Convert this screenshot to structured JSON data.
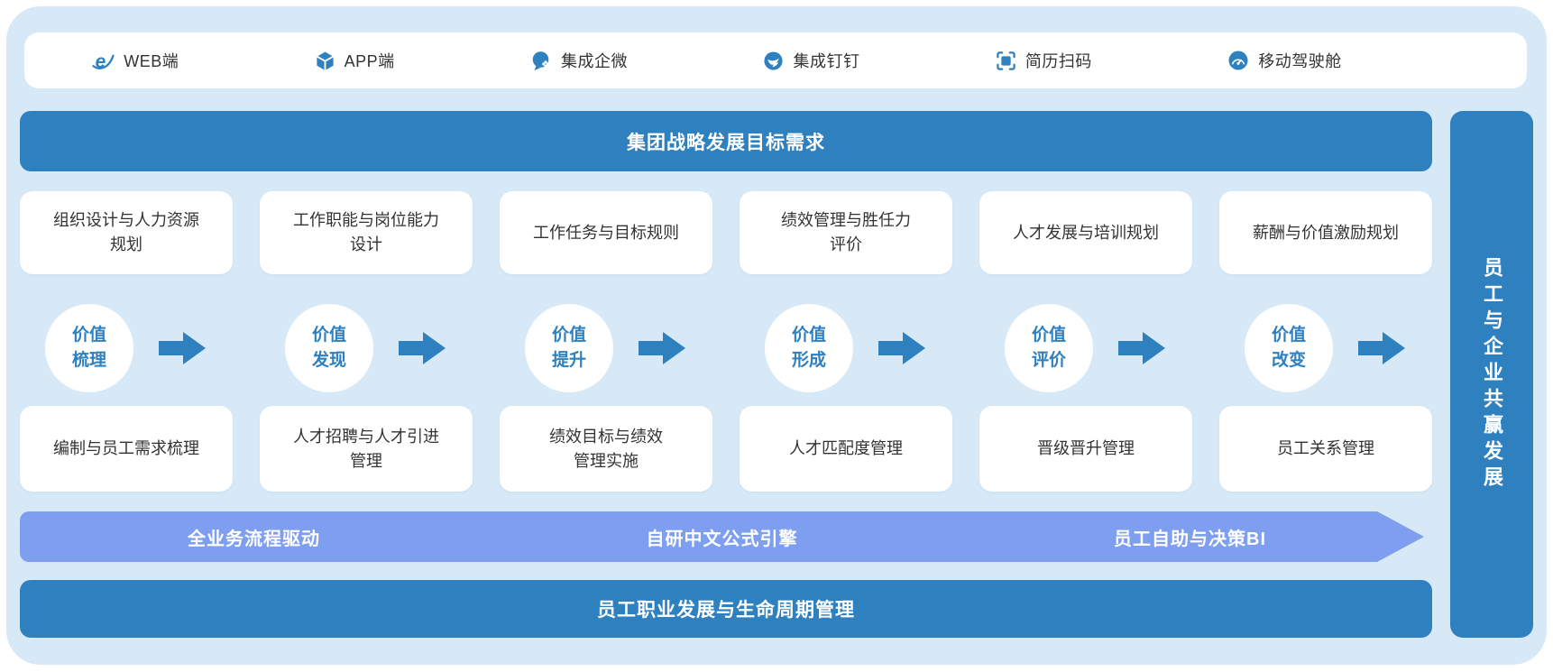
{
  "colors": {
    "accent_blue": "#2e80bf",
    "panel_background": "#d7e9f7",
    "capability_banner_blue": "#7e9ef0",
    "card_text": "#333333"
  },
  "platforms": {
    "items": [
      {
        "icon": "ie-browser-icon",
        "label": "WEB端"
      },
      {
        "icon": "app-cube-icon",
        "label": "APP端"
      },
      {
        "icon": "wecom-bubble-icon",
        "label": "集成企微"
      },
      {
        "icon": "dingtalk-icon",
        "label": "集成钉钉"
      },
      {
        "icon": "resume-scan-icon",
        "label": "简历扫码"
      },
      {
        "icon": "mobile-dashboard-icon",
        "label": "移动驾驶舱"
      }
    ]
  },
  "strategy_banner": {
    "label": "集团战略发展目标需求"
  },
  "flow": {
    "top_cards": [
      "组织设计与人力资源\n规划",
      "工作职能与岗位能力\n设计",
      "工作任务与目标规则",
      "绩效管理与胜任力\n评价",
      "人才发展与培训规划",
      "薪酬与价值激励规划"
    ],
    "circles": [
      "价值\n梳理",
      "价值\n发现",
      "价值\n提升",
      "价值\n形成",
      "价值\n评价",
      "价值\n改变"
    ],
    "bottom_cards": [
      "编制与员工需求梳理",
      "人才招聘与人才引进\n管理",
      "绩效目标与绩效\n管理实施",
      "人才匹配度管理",
      "晋级晋升管理",
      "员工关系管理"
    ]
  },
  "capability_banner": {
    "labels": [
      "全业务流程驱动",
      "自研中文公式引擎",
      "员工自助与决策BI"
    ]
  },
  "lifecycle_banner": {
    "label": "员工职业发展与生命周期管理"
  },
  "outcome_bar": {
    "label": "员工与企业共赢发展"
  }
}
